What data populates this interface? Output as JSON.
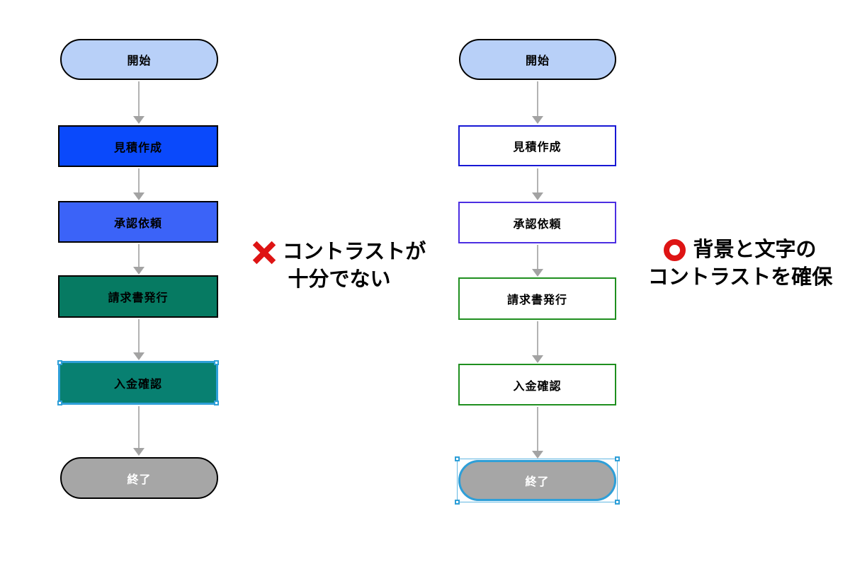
{
  "annotations": {
    "mark_color": "#de1414",
    "bad": {
      "mark": "×",
      "line1": "コントラストが",
      "line2": "十分でない"
    },
    "good": {
      "mark": "○",
      "line1": "背景と文字の",
      "line2": "コントラストを確保"
    }
  },
  "selection": {
    "color": "#2e9fd8"
  },
  "left_flow": {
    "title": "bad-contrast-flow",
    "nodes": [
      {
        "label": "開始",
        "shape": "pill",
        "fill": "#b8d0f8",
        "border": "#000000",
        "text": "#000000"
      },
      {
        "label": "見積作成",
        "shape": "rect",
        "fill": "#0a49fb",
        "border": "#000000",
        "text": "#000000"
      },
      {
        "label": "承認依頼",
        "shape": "rect",
        "fill": "#3b63f8",
        "border": "#000000",
        "text": "#000000"
      },
      {
        "label": "請求書発行",
        "shape": "rect",
        "fill": "#067a62",
        "border": "#000000",
        "text": "#000000"
      },
      {
        "label": "入金確認",
        "shape": "rect",
        "fill": "#088071",
        "border": "#000000",
        "text": "#000000",
        "selected": true
      },
      {
        "label": "終了",
        "shape": "pill",
        "fill": "#a6a6a6",
        "border": "#000000",
        "text": "#ffffff"
      }
    ]
  },
  "right_flow": {
    "title": "good-contrast-flow",
    "nodes": [
      {
        "label": "開始",
        "shape": "pill",
        "fill": "#b8d0f8",
        "border": "#000000",
        "text": "#000000"
      },
      {
        "label": "見積作成",
        "shape": "rect",
        "fill": "#ffffff",
        "border": "#1717d4",
        "text": "#000000"
      },
      {
        "label": "承認依頼",
        "shape": "rect",
        "fill": "#ffffff",
        "border": "#4b2ee2",
        "text": "#000000"
      },
      {
        "label": "請求書発行",
        "shape": "rect",
        "fill": "#ffffff",
        "border": "#1f8f1f",
        "text": "#000000"
      },
      {
        "label": "入金確認",
        "shape": "rect",
        "fill": "#ffffff",
        "border": "#1f8f1f",
        "text": "#000000"
      },
      {
        "label": "終了",
        "shape": "pill",
        "fill": "#a6a6a6",
        "border": "#000000",
        "text": "#ffffff",
        "selected": true
      }
    ]
  }
}
